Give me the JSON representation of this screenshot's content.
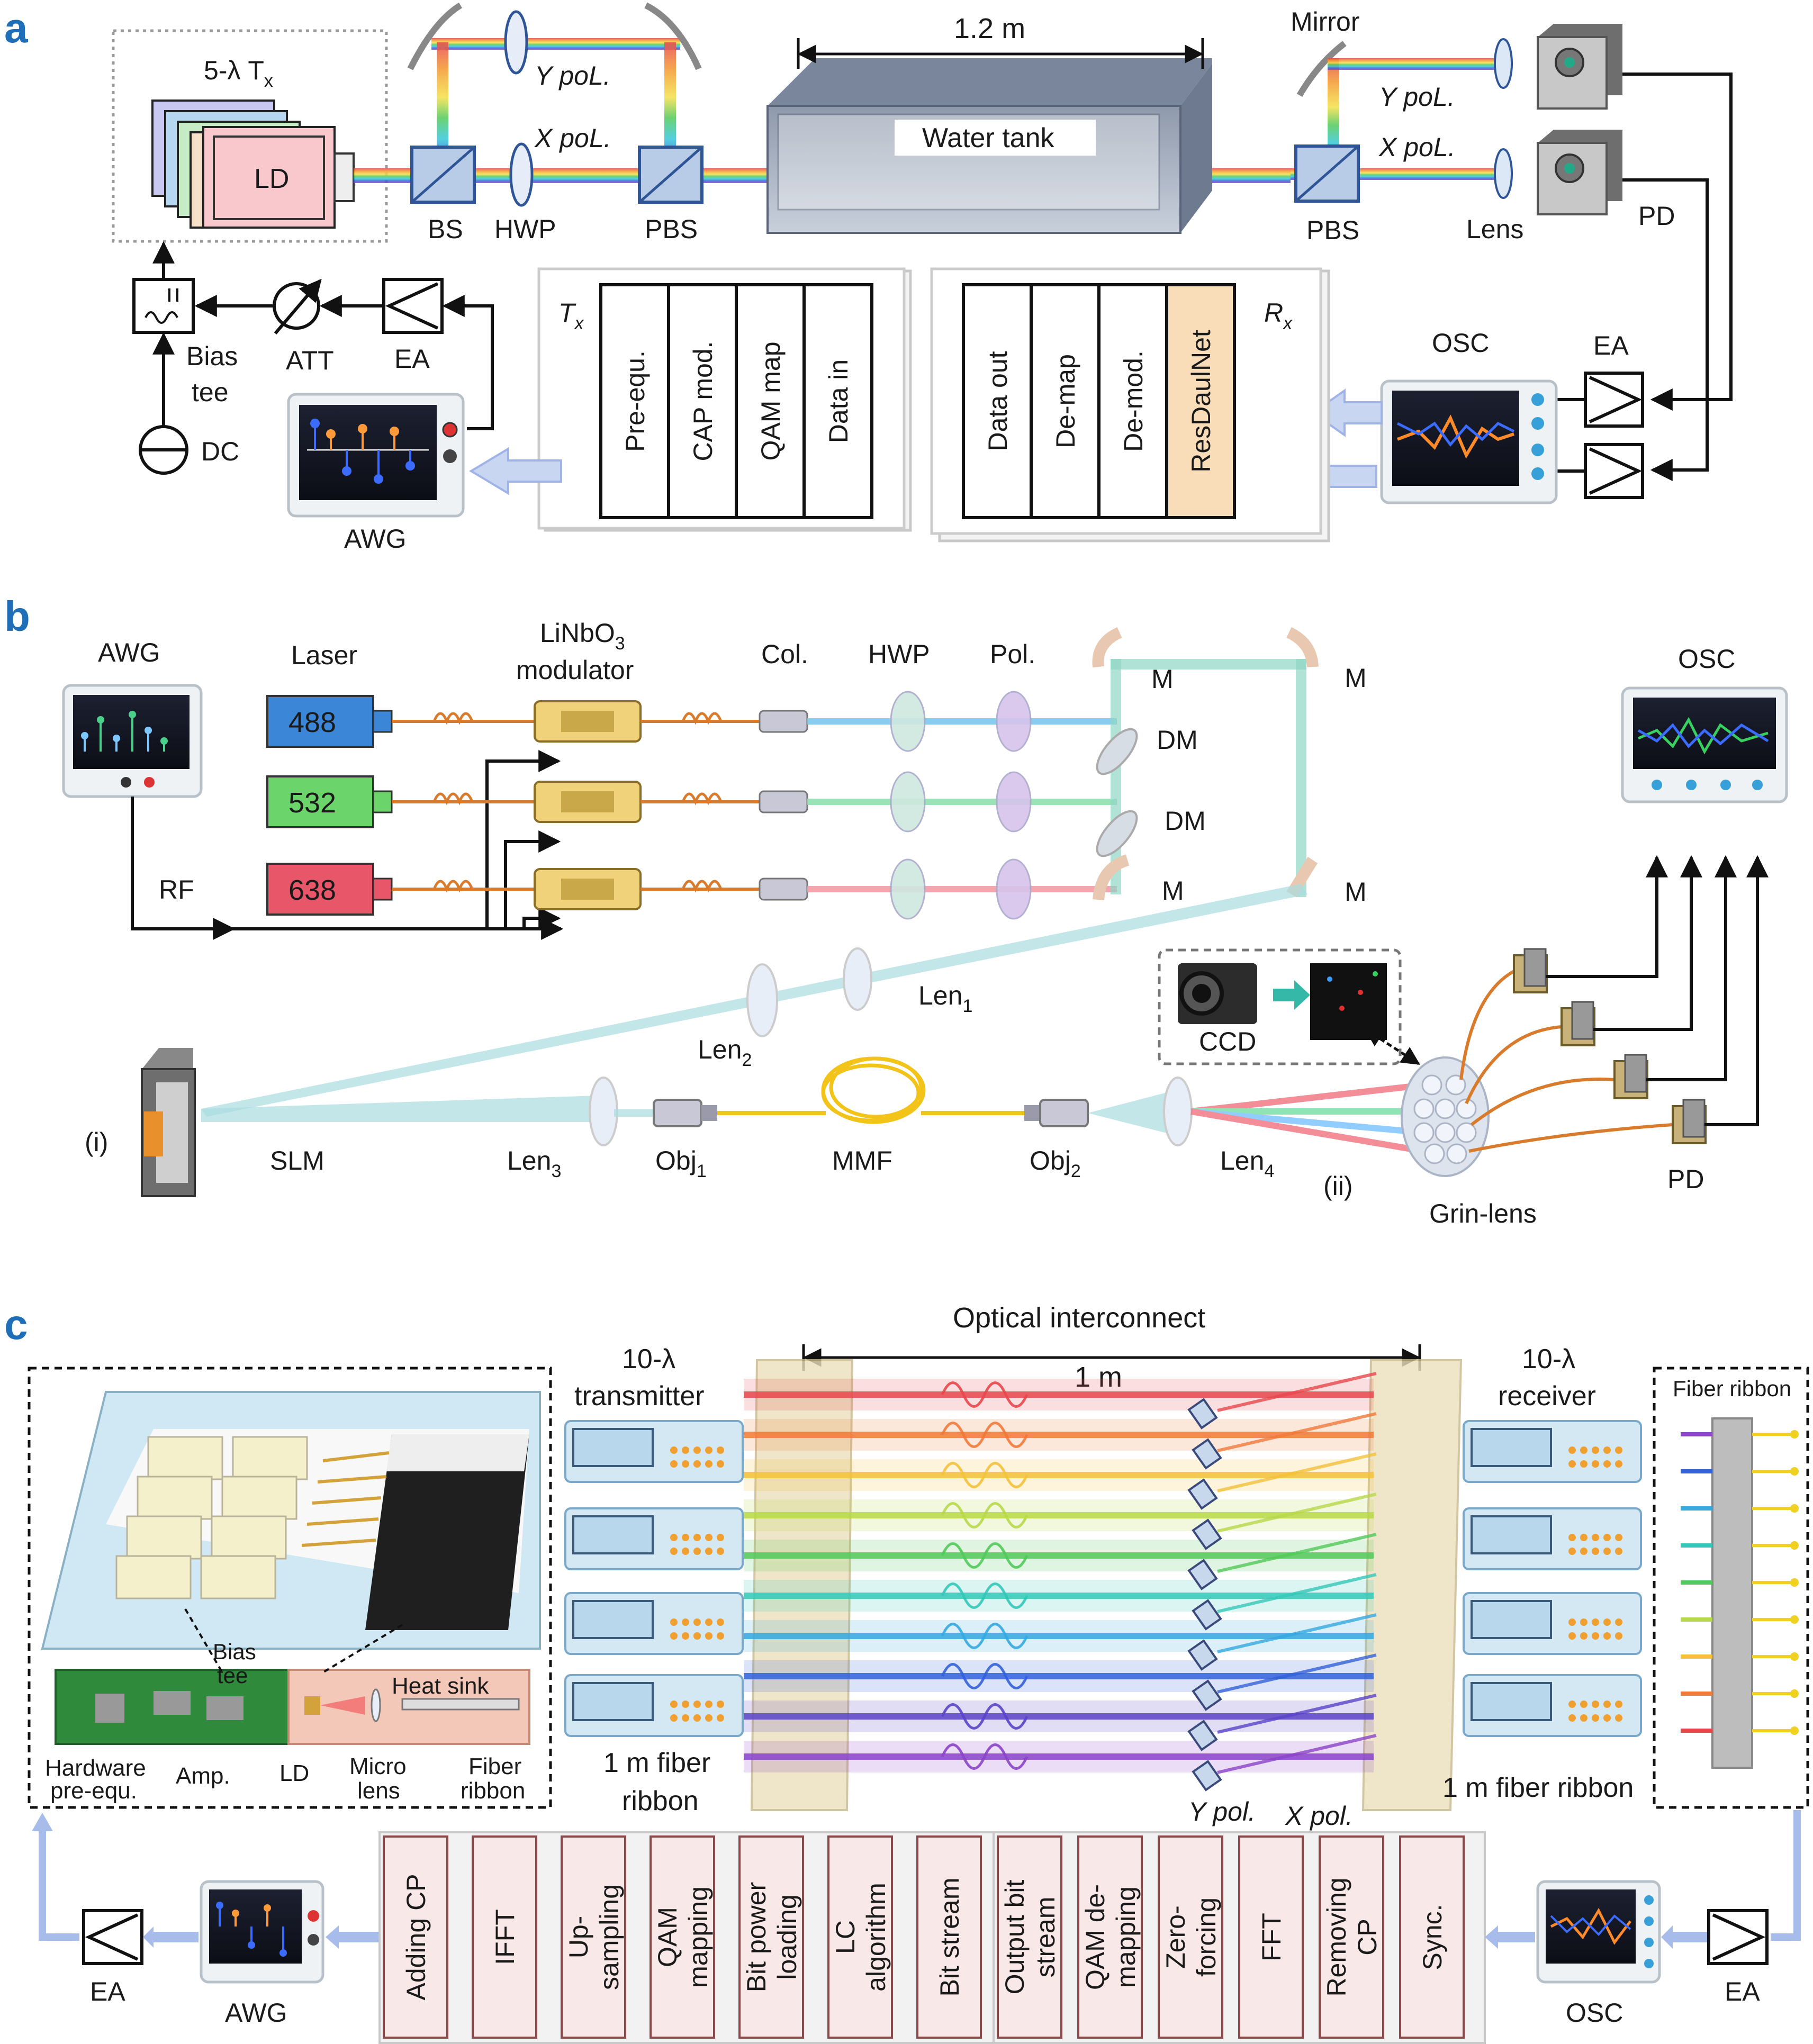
{
  "panel_a": {
    "letter": "a",
    "tx_group": "5-λ T",
    "tx_sub": "x",
    "ld": "LD",
    "bs": "BS",
    "hwp": "HWP",
    "pbs_left": "PBS",
    "y_pol": "Y poL.",
    "x_pol": "X poL.",
    "distance": "1.2 m",
    "water_tank": "Water tank",
    "mirror": "Mirror",
    "y_pol_r": "Y poL.",
    "x_pol_r": "X poL.",
    "pbs_right": "PBS",
    "lens": "Lens",
    "pd": "PD",
    "bias": "Bias",
    "tee": "tee",
    "att": "ATT",
    "ea_left": "EA",
    "dc": "DC",
    "awg": "AWG",
    "tx_box_label": "T",
    "tx_box_sub": "x",
    "tx_blocks": [
      "Pre-equ.",
      "CAP mod.",
      "QAM map",
      "Data in"
    ],
    "rx_box_label": "R",
    "rx_box_sub": "x",
    "rx_blocks": [
      "Data out",
      "De-map",
      "De-mod.",
      "ResDaulNet"
    ],
    "osc": "OSC",
    "ea_right": "EA"
  },
  "panel_b": {
    "letter": "b",
    "awg": "AWG",
    "laser": "Laser",
    "modulator_top": "LiNbO",
    "modulator_sub": "3",
    "modulator_bottom": "modulator",
    "col": "Col.",
    "hwp": "HWP",
    "pol": "Pol.",
    "wavelengths": [
      "488",
      "532",
      "638"
    ],
    "rf": "RF",
    "m": "M",
    "dm": "DM",
    "osc": "OSC",
    "ccd": "CCD",
    "len1": "Len",
    "len1_sub": "1",
    "len2": "Len",
    "len2_sub": "2",
    "len3": "Len",
    "len3_sub": "3",
    "len4": "Len",
    "len4_sub": "4",
    "obj1": "Obj",
    "obj1_sub": "1",
    "obj2": "Obj",
    "obj2_sub": "2",
    "mmf": "MMF",
    "slm": "SLM",
    "i_marker": "(i)",
    "ii_marker": "(ii)",
    "grin": "Grin-lens",
    "pd": "PD"
  },
  "panel_c": {
    "letter": "c",
    "optical_interconnect": "Optical interconnect",
    "distance": "1 m",
    "transmitter_top": "10-λ",
    "transmitter_bottom": "transmitter",
    "receiver_top": "10-λ",
    "receiver_bottom": "receiver",
    "fiber_ribbon": "Fiber ribbon",
    "fiber_ribbon_left_1": "1 m fiber",
    "fiber_ribbon_left_2": "ribbon",
    "fiber_ribbon_right": "1 m fiber ribbon",
    "y_pol": "Y pol.",
    "x_pol": "X pol.",
    "bias": "Bias",
    "tee": "tee",
    "heat_sink": "Heat sink",
    "hardware_1": "Hardware",
    "hardware_2": "pre-equ.",
    "amp": "Amp.",
    "ld": "LD",
    "micro_1": "Micro",
    "micro_2": "lens",
    "fiber_1": "Fiber",
    "fiber_2": "ribbon",
    "ea_left": "EA",
    "awg": "AWG",
    "tx_blocks": [
      [
        "Adding CP"
      ],
      [
        "IFFT"
      ],
      [
        "Up-",
        "sampling"
      ],
      [
        "QAM",
        "mapping"
      ],
      [
        "Bit power",
        "loading"
      ],
      [
        "LC",
        "algorithm"
      ],
      [
        "Bit stream"
      ]
    ],
    "rx_blocks": [
      [
        "Output bit",
        "stream"
      ],
      [
        "QAM de-",
        "mapping"
      ],
      [
        "Zero-",
        "forcing"
      ],
      [
        "FFT"
      ],
      [
        "Removing",
        "CP"
      ],
      [
        "Sync."
      ]
    ],
    "osc": "OSC",
    "ea_right": "EA"
  },
  "colors": {
    "panel_letter": "#1e6fb8",
    "arrow_blue": "#9fb3e6",
    "resdaulnet": "#f9dcb8",
    "laser_488": "#3b86d6",
    "laser_532": "#6bd46b",
    "laser_638": "#e8566a",
    "fiber": "#d97b2c",
    "mmf": "#f2c318"
  }
}
